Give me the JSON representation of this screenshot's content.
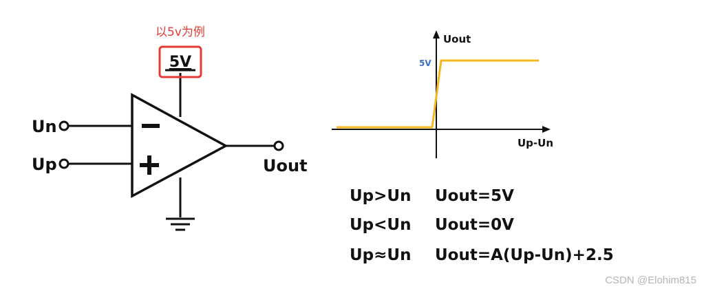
{
  "circuit": {
    "note": "以5v为例",
    "supply_label": "5V",
    "input_n_label": "Un",
    "input_p_label": "Up",
    "minus_sign": "−",
    "plus_sign": "+",
    "output_label": "Uout"
  },
  "graph": {
    "y_axis_label": "Uout",
    "x_axis_label": "Up-Un",
    "level_label": "5V",
    "curve_color": "#f5b81a",
    "level_color": "#3a6fc4"
  },
  "equations": [
    {
      "condition": "Up>Un",
      "result": "Uout=5V"
    },
    {
      "condition": "Up<Un",
      "result": "Uout=0V"
    },
    {
      "condition": "Up≈Un",
      "result": "Uout=A(Up-Un)+2.5"
    }
  ],
  "watermark": "CSDN @Elohim815",
  "colors": {
    "highlight": "#e53935",
    "line": "#111111"
  }
}
